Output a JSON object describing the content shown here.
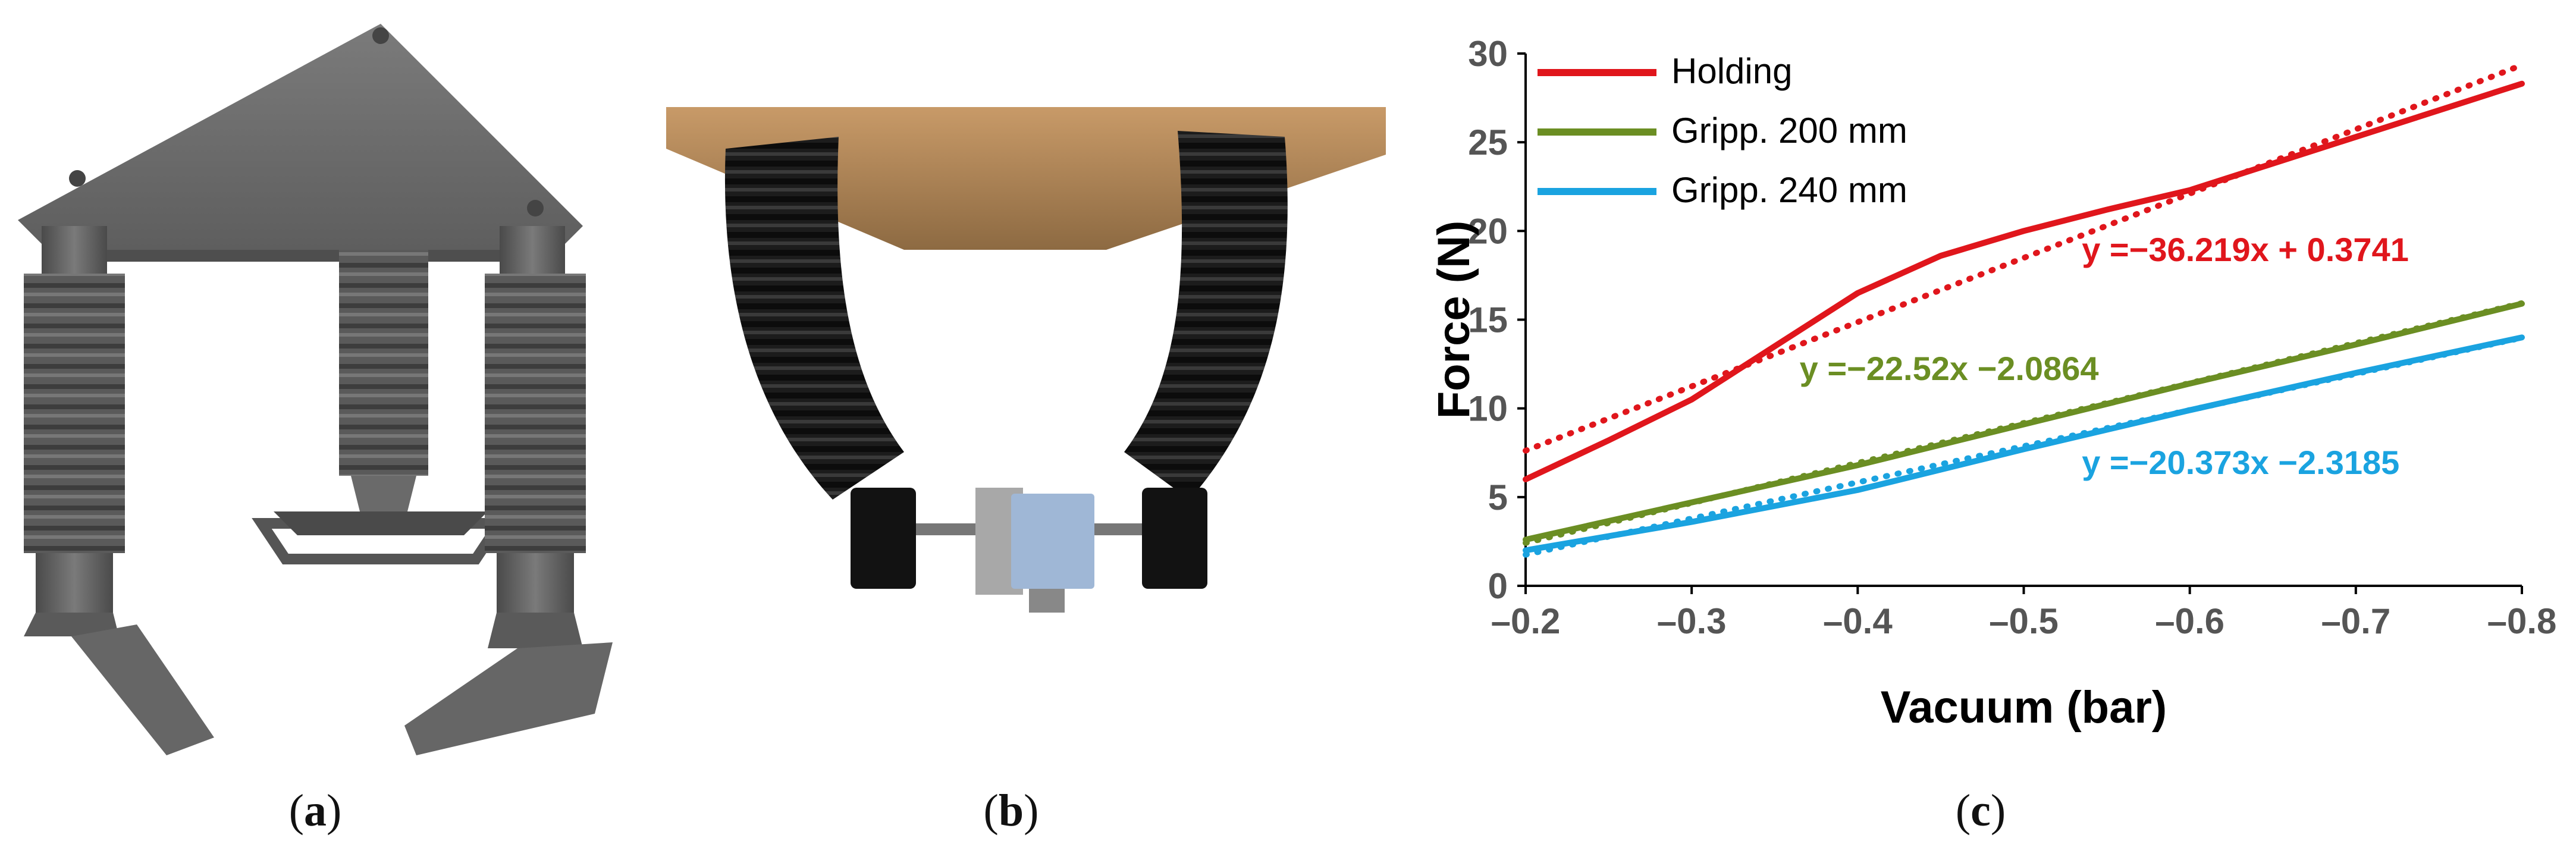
{
  "panels": {
    "a": {
      "label": "(a)",
      "letter": "a"
    },
    "b": {
      "label": "(b)",
      "letter": "b"
    },
    "c": {
      "label": "(c)",
      "letter": "c"
    }
  },
  "chart_data": {
    "type": "line",
    "xlabel": "Vacuum (bar)",
    "ylabel": "Force (N)",
    "xlim": [
      -0.2,
      -0.8
    ],
    "ylim": [
      0,
      30
    ],
    "xticks": [
      "–0.2",
      "–0.3",
      "–0.4",
      "–0.5",
      "–0.6",
      "–0.7",
      "–0.8"
    ],
    "xtick_values": [
      -0.2,
      -0.3,
      -0.4,
      -0.5,
      -0.6,
      -0.7,
      -0.8
    ],
    "yticks": [
      "0",
      "5",
      "10",
      "15",
      "20",
      "25",
      "30"
    ],
    "ytick_values": [
      0,
      5,
      10,
      15,
      20,
      25,
      30
    ],
    "grid": false,
    "legend_position": "top-left",
    "series": [
      {
        "name": "Holding",
        "color": "#e0161c",
        "x": [
          -0.2,
          -0.25,
          -0.3,
          -0.35,
          -0.4,
          -0.45,
          -0.5,
          -0.55,
          -0.6,
          -0.65,
          -0.7,
          -0.75,
          -0.8
        ],
        "y": [
          6.0,
          8.2,
          10.5,
          13.5,
          16.5,
          18.6,
          20.0,
          21.2,
          22.3,
          23.8,
          25.3,
          26.8,
          28.3
        ],
        "fit": {
          "slope": -36.219,
          "intercept": 0.3741,
          "label": "y =−36.219x + 0.3741"
        }
      },
      {
        "name": "Gripp. 200 mm",
        "color": "#6b8e23",
        "x": [
          -0.2,
          -0.3,
          -0.4,
          -0.5,
          -0.6,
          -0.7,
          -0.8
        ],
        "y": [
          2.6,
          4.7,
          6.8,
          9.1,
          11.4,
          13.6,
          15.9
        ],
        "fit": {
          "slope": -22.52,
          "intercept": -2.0864,
          "label": "y =−22.52x −2.0864"
        }
      },
      {
        "name": "Gripp. 240 mm",
        "color": "#1aa3e0",
        "x": [
          -0.2,
          -0.3,
          -0.4,
          -0.5,
          -0.6,
          -0.7,
          -0.8
        ],
        "y": [
          2.0,
          3.6,
          5.4,
          7.7,
          9.9,
          12.0,
          14.0
        ],
        "fit": {
          "slope": -20.373,
          "intercept": -2.3185,
          "label": "y =−20.373x −2.3185"
        }
      }
    ]
  }
}
